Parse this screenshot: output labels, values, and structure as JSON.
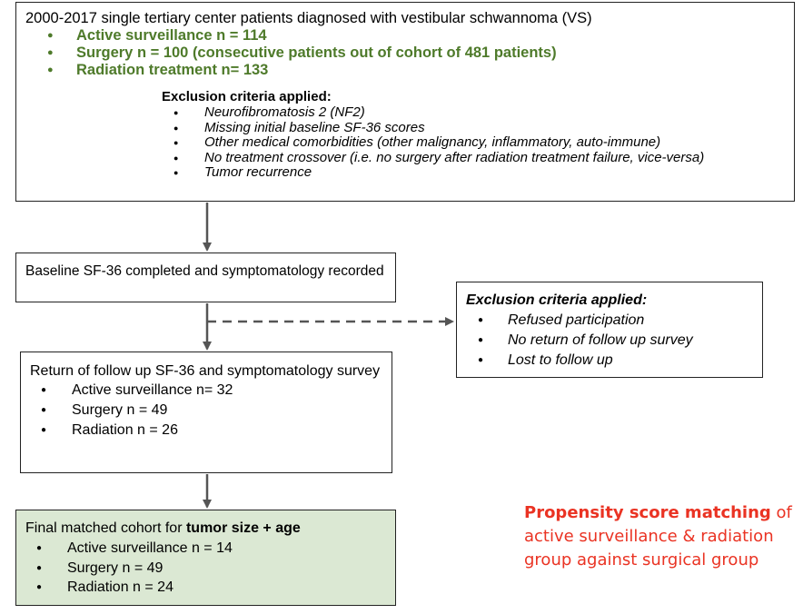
{
  "colors": {
    "green_text": "#4e7a2a",
    "red_text": "#ea3323",
    "final_box_fill": "#dbe8d3",
    "arrow": "#555555"
  },
  "box1": {
    "title": "2000-2017 single tertiary center patients diagnosed with vestibular schwannoma (VS)",
    "groups": [
      "Active surveillance n = 114",
      "Surgery n = 100 (consecutive patients out of cohort of 481 patients)",
      "Radiation treatment n= 133"
    ],
    "exclusion_heading": "Exclusion criteria applied:",
    "exclusion_items": [
      "Neurofibromatosis 2 (NF2)",
      "Missing initial baseline SF-36 scores",
      "Other medical comorbidities (other malignancy, inflammatory, auto-immune)",
      "No treatment crossover (i.e. no surgery after radiation treatment failure, vice-versa)",
      "Tumor recurrence"
    ]
  },
  "box2": {
    "text": "Baseline SF-36 completed and symptomatology recorded"
  },
  "box3": {
    "heading": "Exclusion criteria applied:",
    "items": [
      "Refused participation",
      "No return of follow up survey",
      "Lost to follow up"
    ]
  },
  "box4": {
    "heading": "Return of follow up SF-36 and symptomatology survey",
    "items": [
      "Active surveillance n= 32",
      "Surgery n = 49",
      "Radiation n = 26"
    ]
  },
  "box5": {
    "heading_prefix": "Final matched cohort for ",
    "heading_bold": "tumor size + age",
    "items": [
      "Active surveillance n = 14",
      "Surgery n = 49",
      "Radiation n = 24"
    ]
  },
  "note": {
    "bold": "Propensity score matching",
    "rest": " of active surveillance & radiation group against surgical group"
  }
}
